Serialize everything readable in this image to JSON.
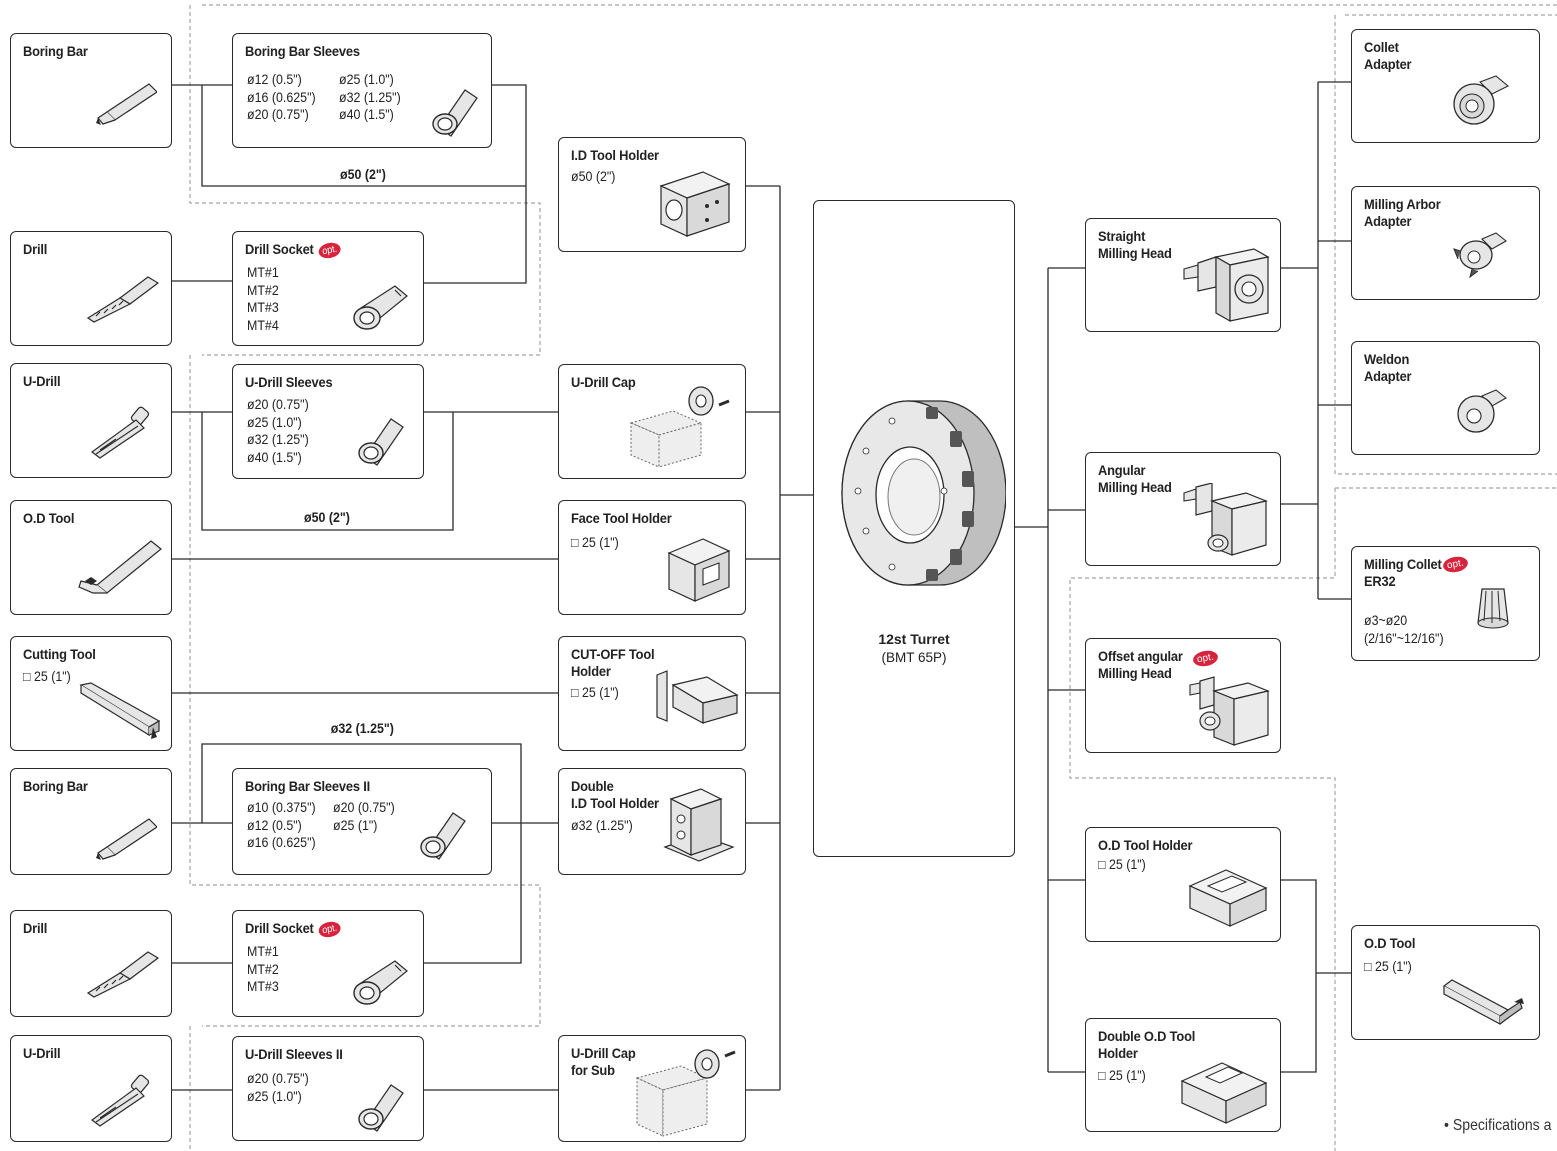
{
  "opt_badge": "opt.",
  "boxes": {
    "boring_bar_1": {
      "title": "Boring Bar"
    },
    "drill_1": {
      "title": "Drill"
    },
    "u_drill_1": {
      "title": "U-Drill"
    },
    "od_tool_1": {
      "title": "O.D Tool"
    },
    "cutting_tool": {
      "title": "Cutting Tool",
      "spec": "□ 25 (1\")"
    },
    "boring_bar_2": {
      "title": "Boring Bar"
    },
    "drill_2": {
      "title": "Drill"
    },
    "u_drill_2": {
      "title": "U-Drill"
    },
    "boring_bar_sleeves": {
      "title": "Boring Bar Sleeves",
      "spec_a": "ø12 (0.5\")\nø16 (0.625\")\nø20 (0.75\")",
      "spec_b": "ø25 (1.0\")\nø32 (1.25\")\nø40 (1.5\")"
    },
    "drill_socket_1": {
      "title": "Drill Socket",
      "spec": "MT#1\nMT#2\nMT#3\nMT#4"
    },
    "u_drill_sleeves": {
      "title": "U-Drill Sleeves",
      "spec": "ø20 (0.75\")\nø25 (1.0\")\nø32 (1.25\")\nø40 (1.5\")"
    },
    "boring_bar_sleeves_2": {
      "title": "Boring Bar Sleeves II",
      "spec_a": "ø10 (0.375\")\nø12 (0.5\")\nø16 (0.625\")",
      "spec_b": "ø20 (0.75\")\nø25 (1\")"
    },
    "drill_socket_2": {
      "title": "Drill Socket",
      "spec": "MT#1\nMT#2\nMT#3"
    },
    "u_drill_sleeves_2": {
      "title": "U-Drill Sleeves II",
      "spec": "ø20 (0.75\")\nø25 (1.0\")"
    },
    "id_tool_holder": {
      "title": "I.D Tool Holder",
      "spec": "ø50 (2\")"
    },
    "u_drill_cap": {
      "title": "U-Drill Cap"
    },
    "face_tool_holder": {
      "title": "Face Tool Holder",
      "spec": "□ 25 (1\")"
    },
    "cutoff_tool_holder": {
      "title": "CUT-OFF Tool\nHolder",
      "spec": "□ 25 (1\")"
    },
    "double_id_tool_holder": {
      "title": "Double\nI.D Tool Holder",
      "spec": "ø32 (1.25\")"
    },
    "u_drill_cap_sub": {
      "title": "U-Drill Cap\nfor Sub"
    },
    "turret": {
      "title": "12st Turret",
      "spec": "(BMT 65P)"
    },
    "straight_milling_head": {
      "title": "Straight\nMilling Head"
    },
    "angular_milling_head": {
      "title": "Angular\nMilling Head"
    },
    "offset_angular_milling_head": {
      "title": "Offset angular\nMilling Head"
    },
    "od_tool_holder": {
      "title": "O.D Tool Holder",
      "spec": "□ 25 (1\")"
    },
    "double_od_tool_holder": {
      "title": "Double O.D Tool\nHolder",
      "spec": "□ 25 (1\")"
    },
    "collet_adapter": {
      "title": "Collet\nAdapter"
    },
    "milling_arbor_adapter": {
      "title": "Milling Arbor\nAdapter"
    },
    "weldon_adapter": {
      "title": "Weldon\nAdapter"
    },
    "milling_collet": {
      "title": "Milling Collet\nER32",
      "spec": "ø3~ø20\n(2/16\"~12/16\")"
    },
    "od_tool_right": {
      "title": "O.D Tool",
      "spec": "□ 25 (1\")"
    }
  },
  "wire_labels": {
    "bypass_1": "ø50 (2\")",
    "bypass_2": "ø50 (2\")",
    "bypass_3": "ø32 (1.25\")"
  },
  "footnote": "• Specifications a",
  "colors": {
    "line": "#2a2a2a",
    "dashed": "#9a9a9a",
    "opt_badge": "#d8233c",
    "icon_fill": "#e6e6e6"
  }
}
